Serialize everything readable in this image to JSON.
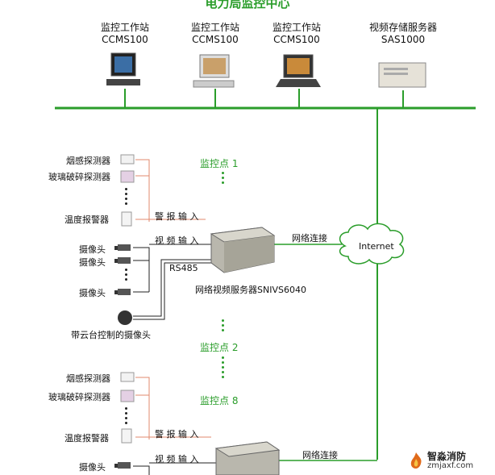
{
  "title": "电力局监控中心",
  "workstations": [
    {
      "name": "监控工作站",
      "model": "CCMS100"
    },
    {
      "name": "监控工作站",
      "model": "CCMS100"
    },
    {
      "name": "监控工作站",
      "model": "CCMS100"
    },
    {
      "name": "视频存储服务器",
      "model": "SAS1000"
    }
  ],
  "site1": {
    "sensors": [
      "烟感探测器",
      "玻璃破碎探测器",
      "温度报警器"
    ],
    "alarm_input": "警 报 输 入",
    "cameras": [
      "摄像头",
      "摄像头",
      "摄像头"
    ],
    "video_input": "视 频 输 入",
    "rs485": "RS485",
    "server_label": "网络视频服务器SNIVS6040",
    "ptz_camera": "带云台控制的摄像头",
    "network": "网络连接"
  },
  "site2": {
    "sensors": [
      "烟感探测器",
      "玻璃破碎探测器",
      "温度报警器"
    ],
    "alarm_input": "警 报 输 入",
    "cameras": [
      "摄像头"
    ],
    "video_input": "视 频 输 入",
    "network": "网络连接"
  },
  "points": [
    "监控点 1",
    "监控点 2",
    "监控点 8"
  ],
  "internet": "Internet",
  "watermark": {
    "name": "智淼消防",
    "url": "zmjaxf.com"
  },
  "colors": {
    "bus": "#2a9d2a",
    "alarm_line": "#d9534f",
    "text_green": "#2a9d2a"
  }
}
